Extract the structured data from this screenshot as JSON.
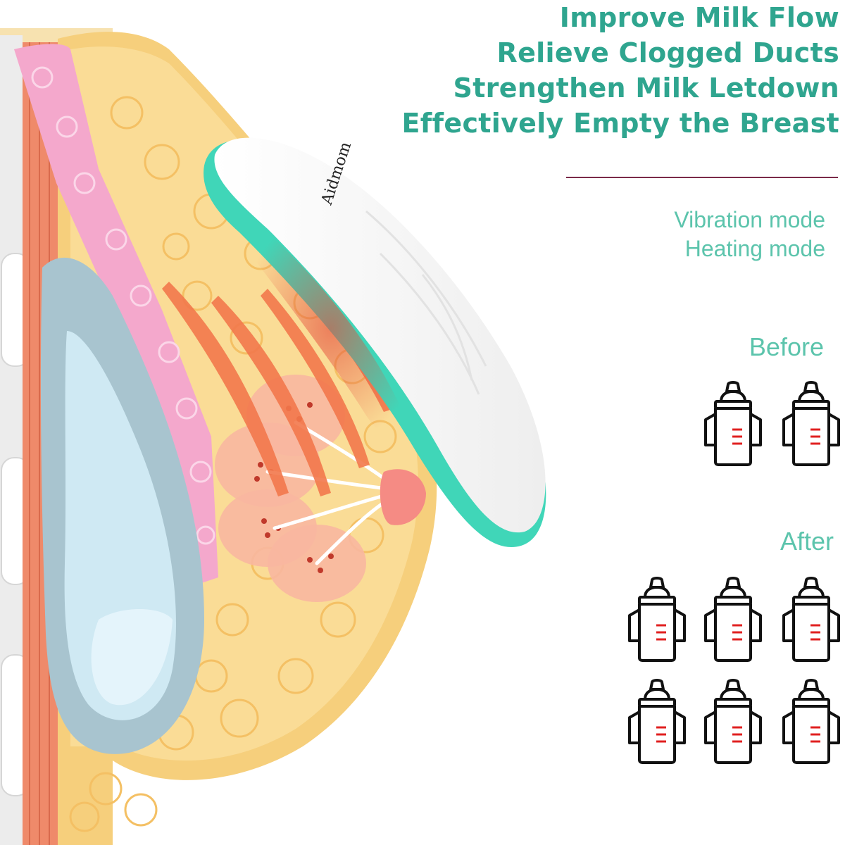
{
  "device": {
    "brand": "Aidmom"
  },
  "benefits": [
    "Improve Milk Flow",
    "Relieve Clogged Ducts",
    "Strengthen Milk Letdown",
    "Effectively Empty the Breast"
  ],
  "modes": [
    "Vibration mode",
    "Heating mode"
  ],
  "comparison": {
    "before_label": "Before",
    "before_bottles": 2,
    "after_label": "After",
    "after_bottles": 6
  },
  "colors": {
    "accent": "#2fa58f",
    "accent_light": "#5cc4ac",
    "device_teal": "#40d6b8",
    "divider": "#7a2a48",
    "bottle_mark": "#e02020"
  }
}
